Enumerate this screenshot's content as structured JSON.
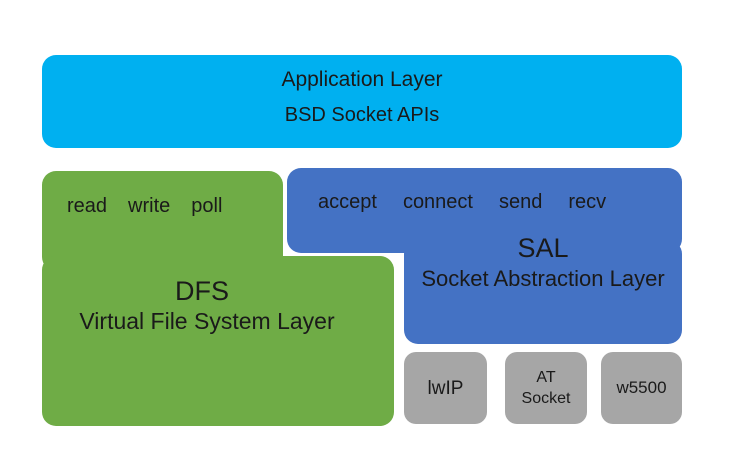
{
  "colors": {
    "application_layer": "#00b0f0",
    "dfs_layer": "#6fac46",
    "sal_layer": "#4472c4",
    "implementation_boxes": "#a6a6a6",
    "text": "#1a1a1a",
    "background": "#ffffff"
  },
  "app_layer": {
    "title": "Application Layer",
    "subtitle": "BSD Socket APIs"
  },
  "dfs_layer": {
    "apis": [
      "read",
      "write",
      "poll"
    ],
    "acronym": "DFS",
    "name": "Virtual File System Layer"
  },
  "sal_layer": {
    "apis": [
      "accept",
      "connect",
      "send",
      "recv"
    ],
    "acronym": "SAL",
    "name": "Socket Abstraction Layer"
  },
  "implementations": [
    {
      "label": "lwIP"
    },
    {
      "label": "AT\nSocket"
    },
    {
      "label": "w5500"
    }
  ]
}
